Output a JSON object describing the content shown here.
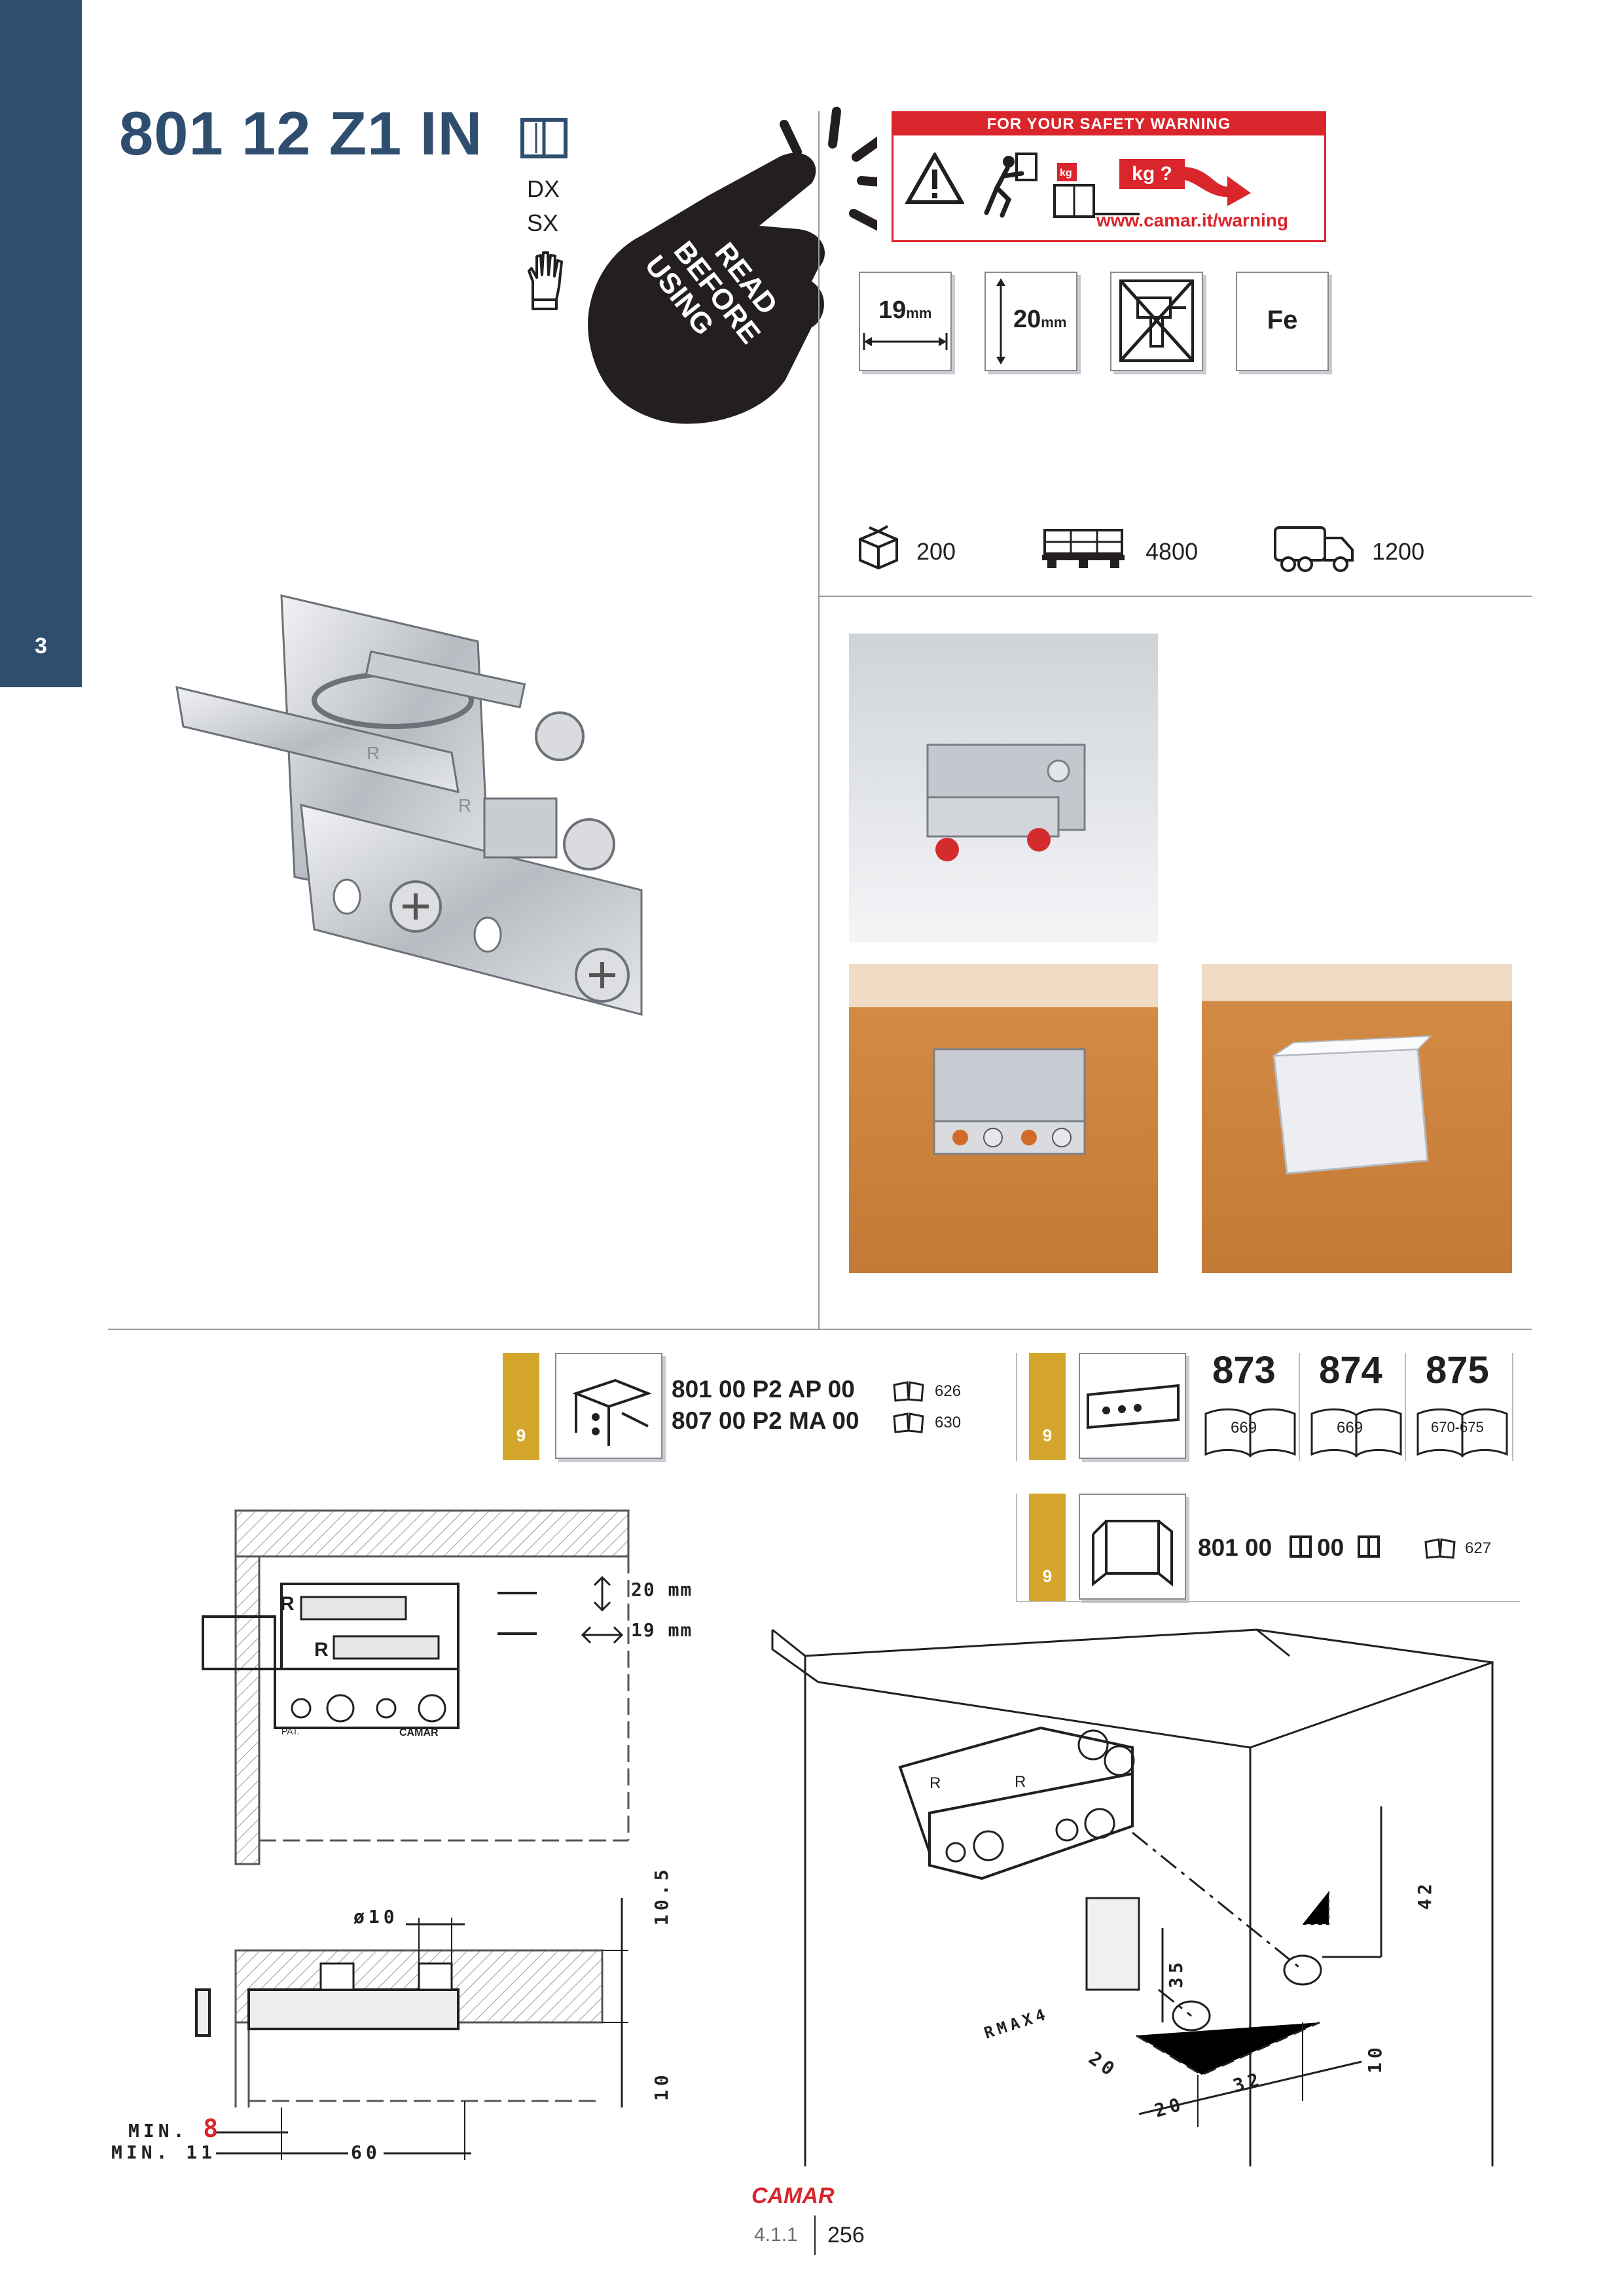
{
  "section": {
    "number": "3"
  },
  "product": {
    "title": "801 12 Z1 IN",
    "side_dx": "DX",
    "side_sx": "SX"
  },
  "warning": {
    "header": "FOR YOUR SAFETY WARNING",
    "kg_label": "kg ?",
    "url": "www.camar.it/warning",
    "hand_text_1": "READ",
    "hand_text_2": "BEFORE",
    "hand_text_3": "USING"
  },
  "specs": [
    {
      "value": "19",
      "unit": "mm"
    },
    {
      "value": "20",
      "unit": "mm"
    },
    {
      "value": "",
      "unit": ""
    },
    {
      "value": "Fe",
      "unit": ""
    }
  ],
  "packaging": {
    "box": "200",
    "pallet": "4800",
    "truck": "1200"
  },
  "accessories": {
    "group1": {
      "tab": "9",
      "items": [
        {
          "code": "801 00 P2 AP 00",
          "page": "626"
        },
        {
          "code": "807 00 P2 MA 00",
          "page": "630"
        }
      ]
    },
    "group2": {
      "tab": "9",
      "models": [
        {
          "number": "873",
          "page": "669"
        },
        {
          "number": "874",
          "page": "669"
        },
        {
          "number": "875",
          "page": "670-675"
        }
      ]
    },
    "group3": {
      "tab": "9",
      "code_a": "801 00",
      "code_b": "00",
      "page": "627"
    }
  },
  "drawing_top": {
    "dim_20": "20 mm",
    "dim_19": "19 mm"
  },
  "drawing_bottom": {
    "diam": "ø10",
    "d105": "10.5",
    "d10": "10",
    "min8_label": "MIN.",
    "min8_value": "8",
    "min11": "MIN. 11",
    "d60": "60"
  },
  "drawing_iso": {
    "d42": "42",
    "d35": "35",
    "d10": "10",
    "d20a": "20",
    "d20b": "20",
    "d32": "32",
    "rmax": "RMAX4"
  },
  "footer": {
    "brand": "CAMAR",
    "section": "4.1.1",
    "page": "256"
  }
}
